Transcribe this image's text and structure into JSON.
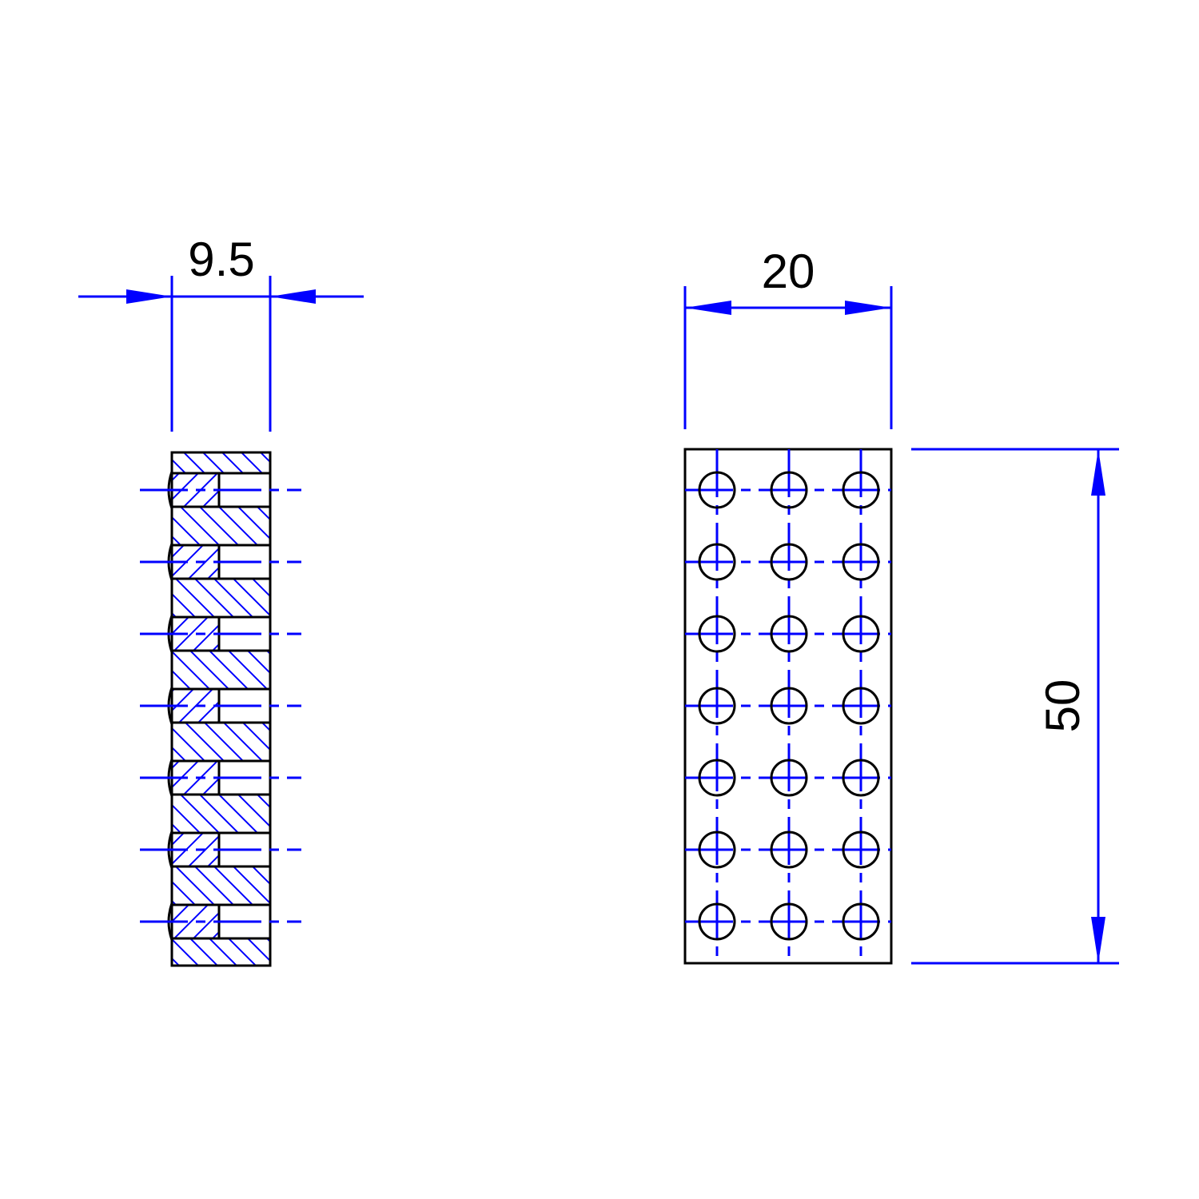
{
  "dimensions": {
    "side_width": "9.5",
    "front_width": "20",
    "front_height": "50"
  },
  "hole_grid": {
    "columns": 3,
    "rows": 7
  },
  "colors": {
    "outline": "#000000",
    "dimension": "#0000ff",
    "hatch": "#0000ff",
    "centerline": "#0000ff"
  }
}
